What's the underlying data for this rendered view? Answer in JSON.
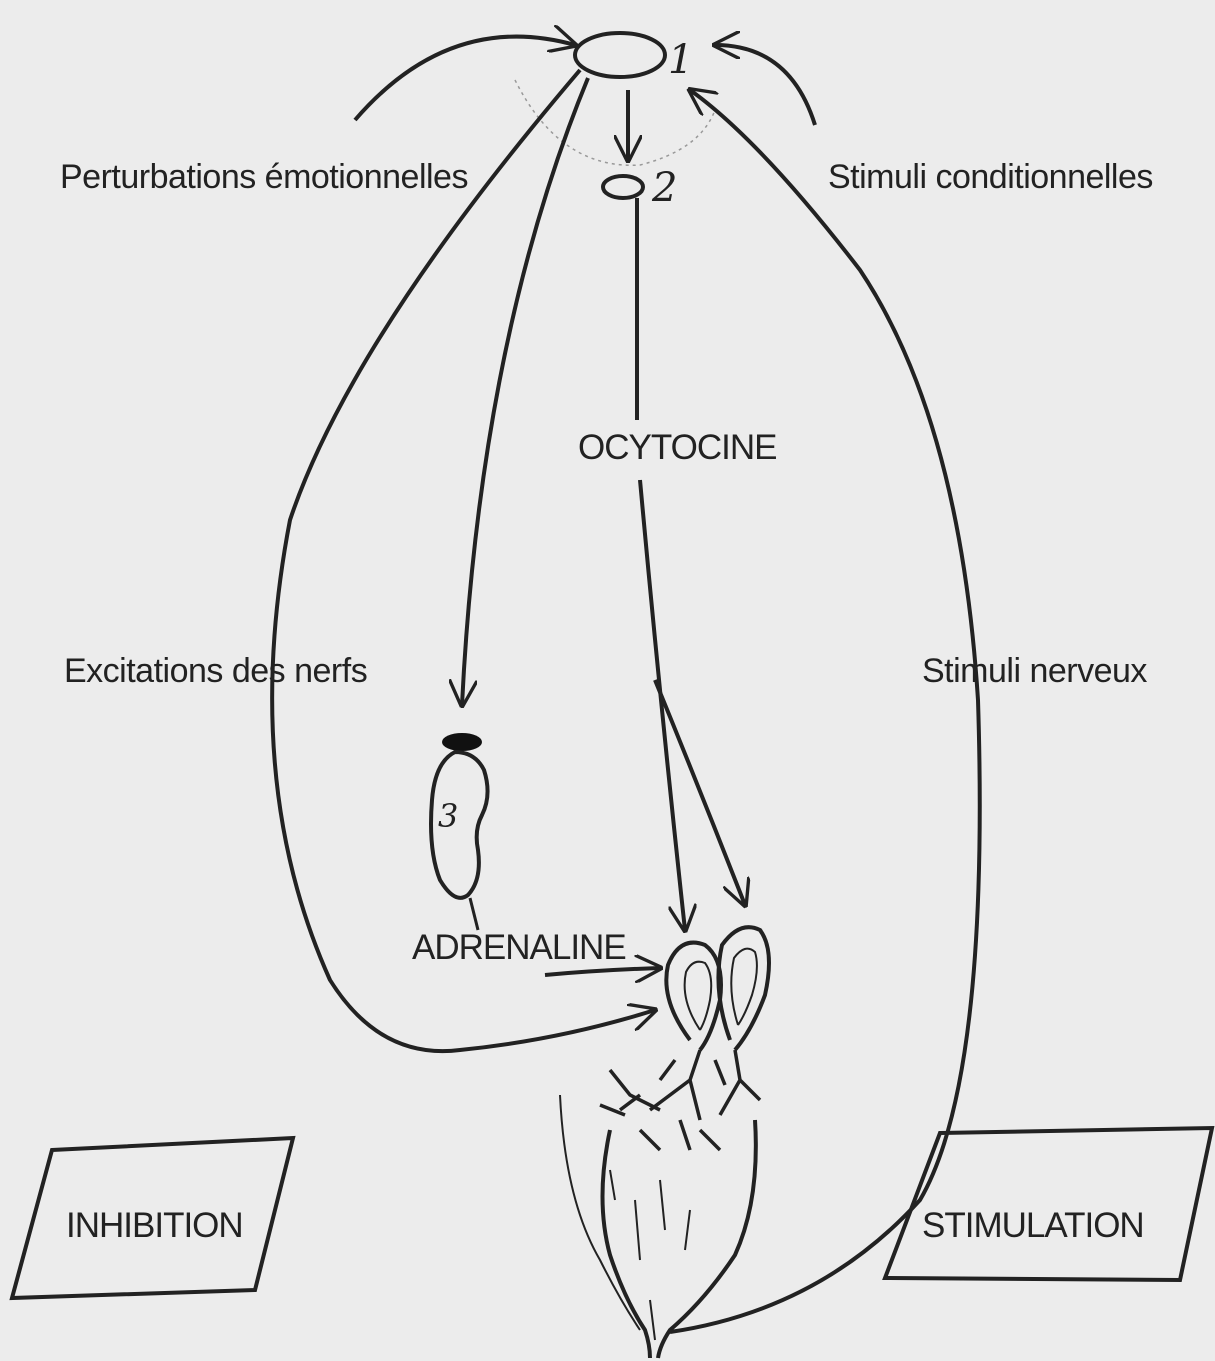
{
  "labels": {
    "emotional": "Perturbations émotionnelles",
    "conditional": "Stimuli conditionnelles",
    "oxytocin": "OCYTOCINE",
    "nerve_excitation": "Excitations des nerfs",
    "nerve_stimuli": "Stimuli nerveux",
    "adrenaline": "ADRENALINE",
    "inhibition": "INHIBITION",
    "stimulation": "STIMULATION"
  },
  "numbers": {
    "one": "1",
    "two": "2",
    "three": "3"
  },
  "colors": {
    "ink": "#222222",
    "paper": "#ececec"
  }
}
